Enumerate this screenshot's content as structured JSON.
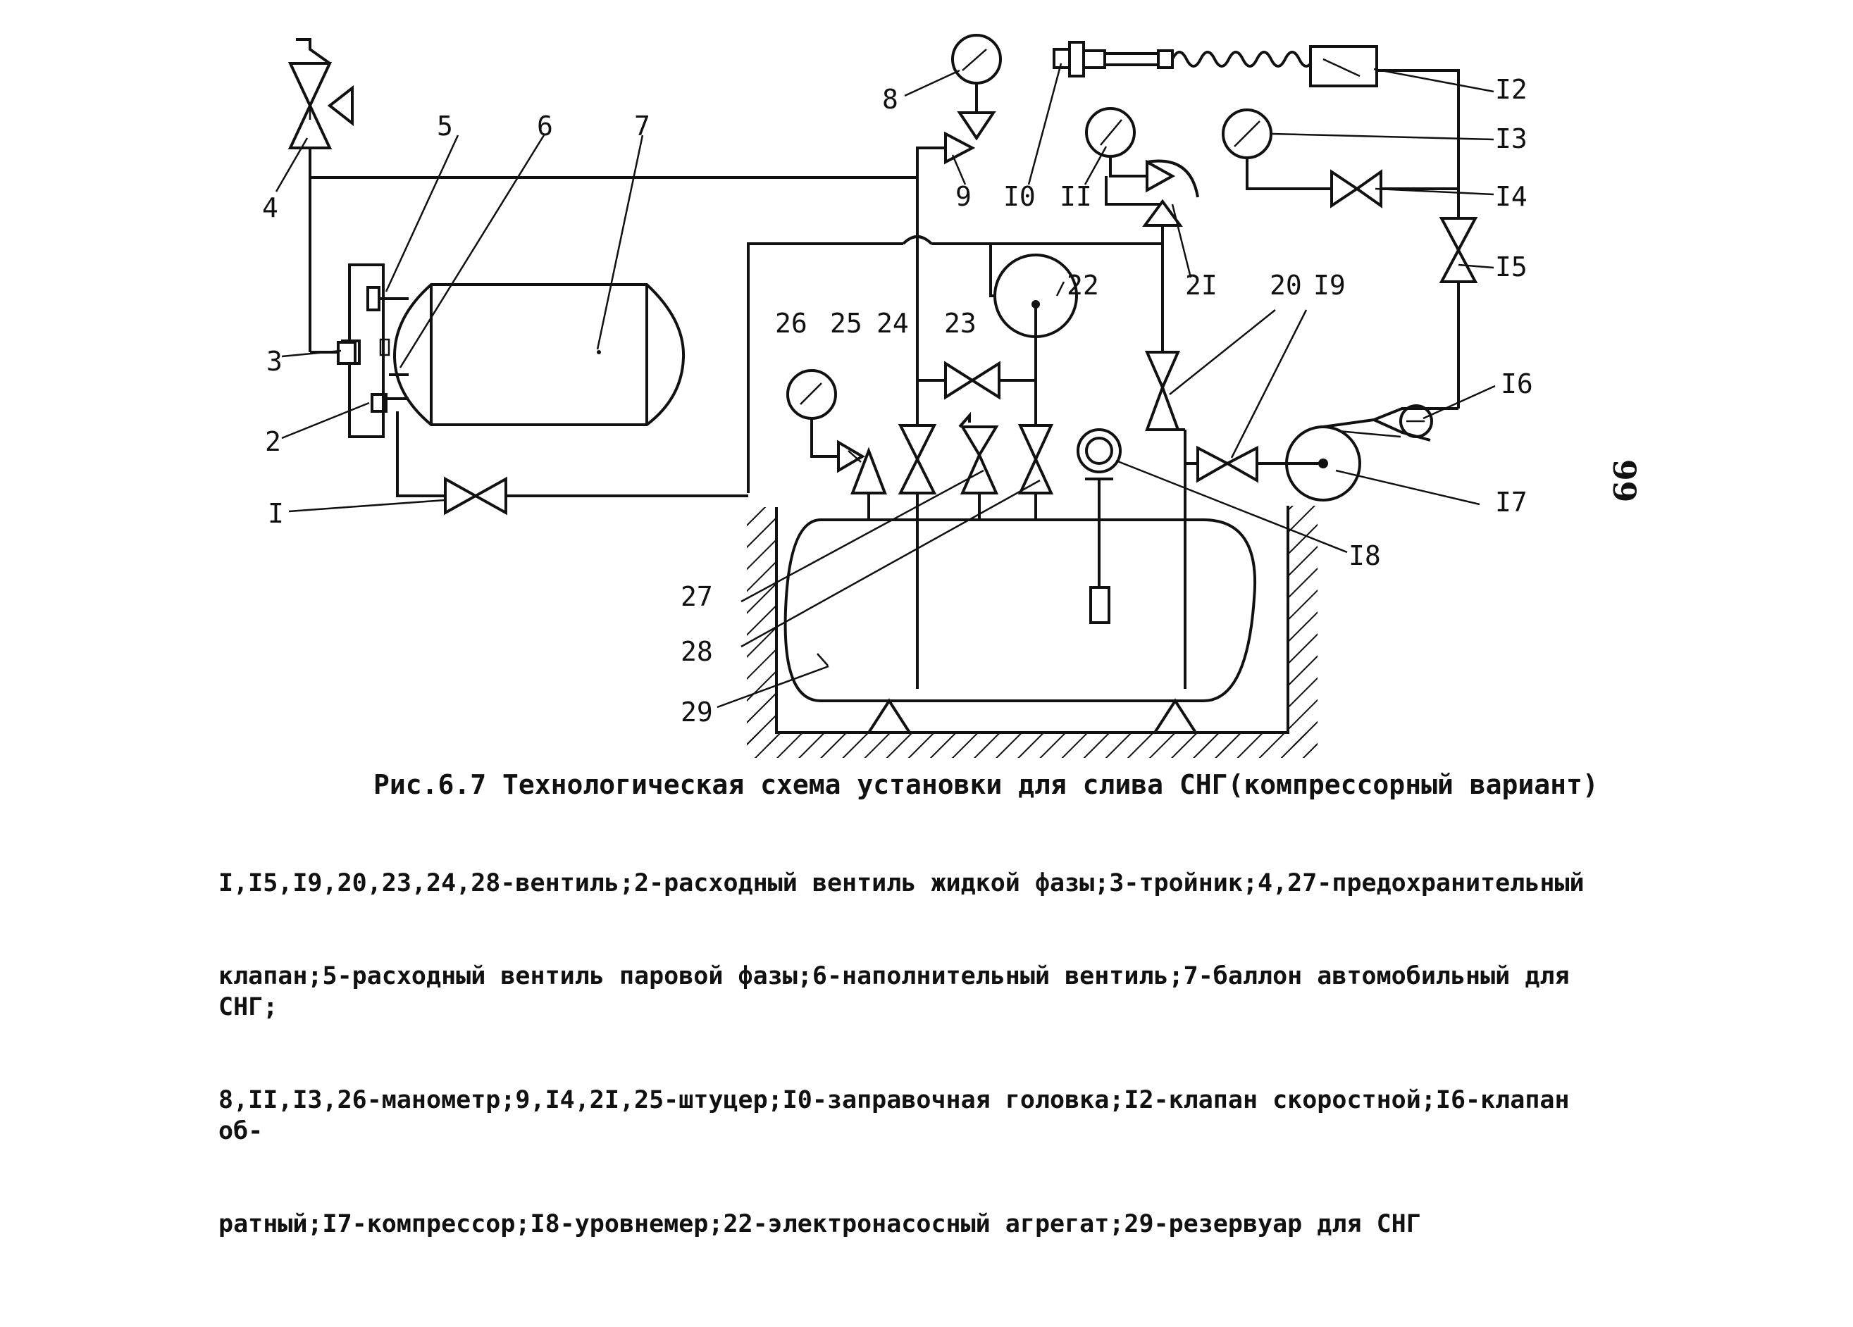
{
  "labels": {
    "l1": "I",
    "l2": "2",
    "l3": "3",
    "l4": "4",
    "l5": "5",
    "l6": "6",
    "l7": "7",
    "l8": "8",
    "l9": "9",
    "l10": "I0",
    "l11": "II",
    "l12": "I2",
    "l13": "I3",
    "l14": "I4",
    "l15": "I5",
    "l16": "I6",
    "l17": "I7",
    "l18": "I8",
    "l19": "I9",
    "l20": "20",
    "l21": "2I",
    "l22": "22",
    "l23": "23",
    "l24": "24",
    "l25": "25",
    "l26": "26",
    "l27": "27",
    "l28": "28",
    "l29": "29"
  },
  "page_number": "99",
  "caption": {
    "title": "Рис.6.7   Технологическая схема установки для слива СНГ(компрессорный вариант)",
    "lines": [
      "I,I5,I9,20,23,24,28-вентиль;2-расходный вентиль жидкой фазы;3-тройник;4,27-предохранительный",
      "клапан;5-расходный вентиль паровой фазы;6-наполнительный вентиль;7-баллон автомобильный для СНГ;",
      "8,II,I3,26-манометр;9,I4,2I,25-штуцер;I0-заправочная головка;I2-клапан скоростной;I6-клапан об-",
      "ратный;I7-компрессор;I8-уровнемер;22-электронасосный агрегат;29-резервуар для СНГ"
    ]
  }
}
